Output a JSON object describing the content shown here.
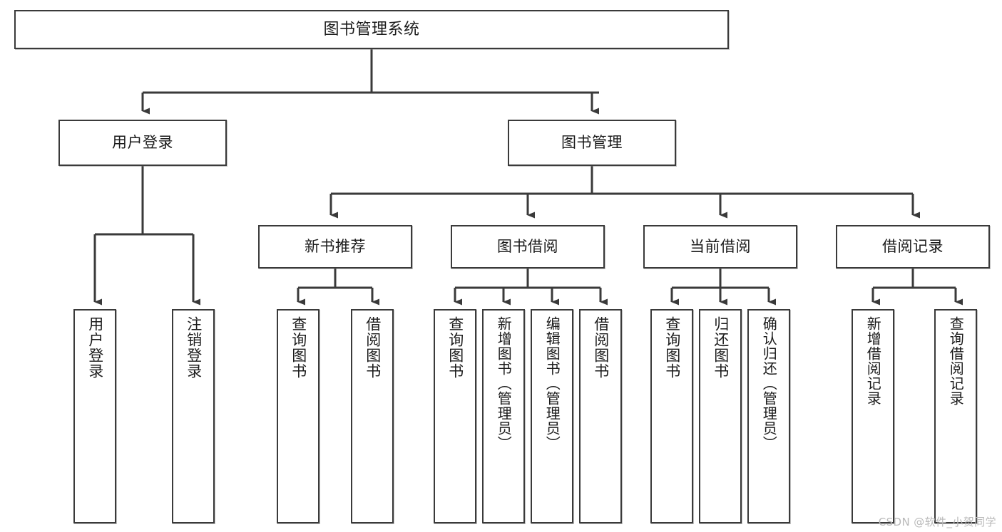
{
  "diagram": {
    "type": "tree",
    "title": "图书管理系统",
    "watermark": "CSDN @软件_小贺同学",
    "colors": {
      "box_border": "#3a3a3a",
      "box_fill": "#ffffff",
      "connector": "#3a3a3a",
      "text": "#1b1b1b",
      "watermark": "#b9b9b9"
    },
    "nodes": {
      "root": {
        "label": "图书管理系统"
      },
      "level2": [
        {
          "label": "用户登录"
        },
        {
          "label": "图书管理"
        }
      ],
      "level3": [
        {
          "label": "新书推荐"
        },
        {
          "label": "图书借阅"
        },
        {
          "label": "当前借阅"
        },
        {
          "label": "借阅记录"
        }
      ],
      "leaves": {
        "user_login": [
          {
            "label": "用户登录"
          },
          {
            "label": "注销登录"
          }
        ],
        "new_book_recommend": [
          {
            "label": "查询图书"
          },
          {
            "label": "借阅图书"
          }
        ],
        "book_borrow": [
          {
            "label": "查询图书"
          },
          {
            "label": "新增图书（管理员）"
          },
          {
            "label": "编辑图书（管理员）"
          },
          {
            "label": "借阅图书"
          }
        ],
        "current_borrow": [
          {
            "label": "查询图书"
          },
          {
            "label": "归还图书"
          },
          {
            "label": "确认归还（管理员）"
          }
        ],
        "borrow_record": [
          {
            "label": "新增借阅记录"
          },
          {
            "label": "查询借阅记录"
          }
        ]
      }
    }
  }
}
